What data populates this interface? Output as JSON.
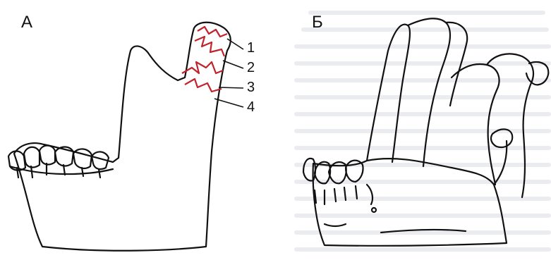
{
  "figure": {
    "panel_a": {
      "label": "А",
      "fracture_levels": [
        "1",
        "2",
        "3",
        "4"
      ]
    },
    "panel_b": {
      "label": "Б"
    }
  },
  "colors": {
    "line": "#111111",
    "fracture": "#c0232b",
    "background": "#ffffff",
    "texture": "#d9dde2"
  },
  "icons": {
    "left_drawing": "mandible-outline-with-fracture-lines",
    "right_drawing": "mandible-displaced-ramus"
  }
}
